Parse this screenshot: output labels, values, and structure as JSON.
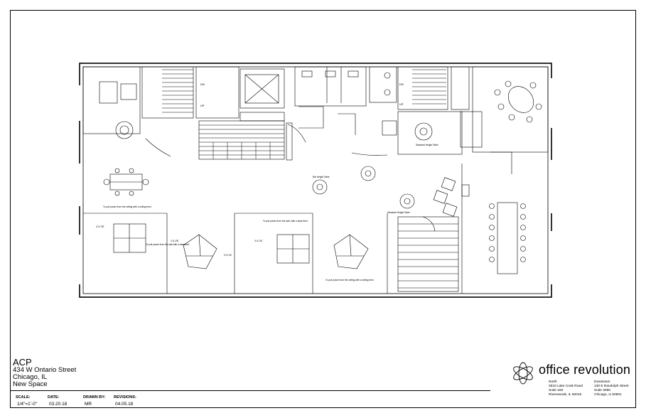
{
  "title_block": {
    "client": "ACP",
    "address_line": "434 W Ontario Street",
    "city": "Chicago, IL",
    "project": "New Space",
    "meta": [
      {
        "label": "SCALE:",
        "value": "1/4\"=1'-0\""
      },
      {
        "label": "DATE:",
        "value": "03.20.18"
      },
      {
        "label": "DRAWN BY:",
        "value": "MR"
      },
      {
        "label": "REVISIONS:",
        "value": "04.05.18"
      }
    ]
  },
  "brand": {
    "name": "office revolution",
    "offices": [
      {
        "name": "North",
        "line1": "2610 Lake Cook Road",
        "line2": "Suite 160",
        "line3": "Riverwoods, IL 60015"
      },
      {
        "name": "Downtown",
        "line1": "130 E Randolph Street",
        "line2": "Suite 3050",
        "line3": "Chicago, IL 60601"
      }
    ]
  },
  "plan_labels": {
    "dn_left": "DN",
    "up_left": "UP",
    "dn_right": "DN",
    "up_right": "UP",
    "standard_height_table": "Standard Height Table",
    "bar_height_table": "Bar Height Table",
    "power_note_1": "To pull power from the ceiling with a ceiling feed",
    "power_note_2": "To pull power from the wall with a baseteed",
    "power_note_3": "To pull power from the wall, with a base feed",
    "power_note_4": "To pull power from the ceiling with a ceiling feed",
    "dim_1": "4'-6 7/8\"",
    "dim_2": "3'-6 1/4\"",
    "dim_3": "4'-6 1/4\"",
    "dim_4": "2'-6 1/8\""
  }
}
